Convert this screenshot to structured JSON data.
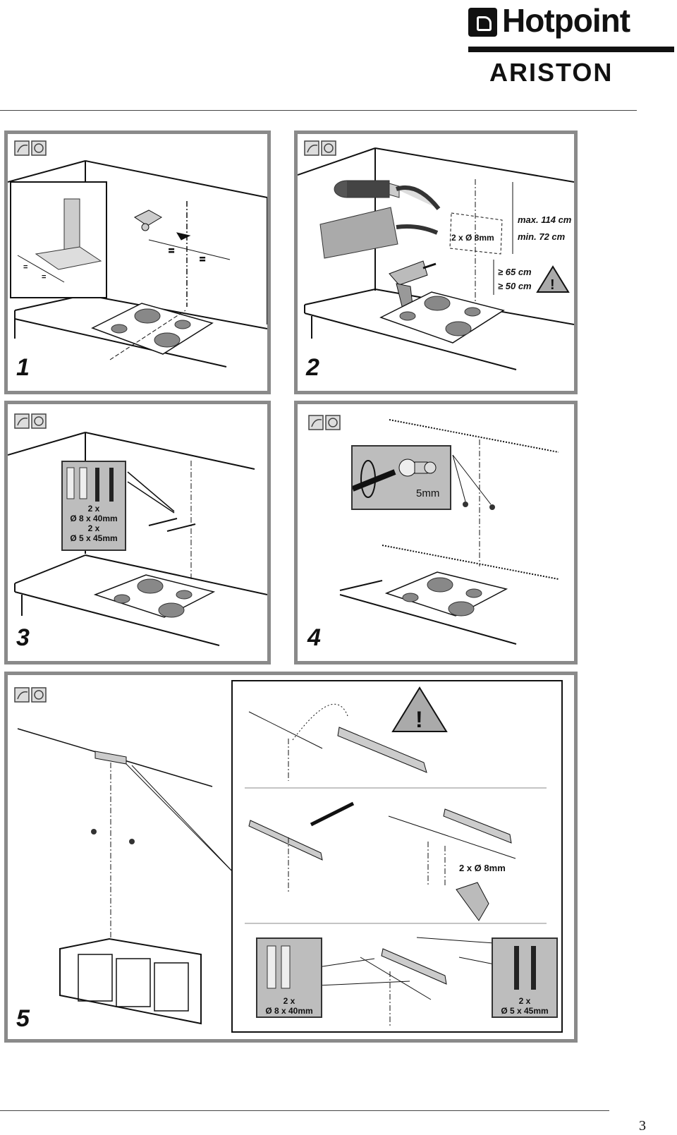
{
  "brand": {
    "name": "Hotpoint",
    "sub": "ARISTON"
  },
  "page_number": "3",
  "steps": [
    {
      "number": "1"
    },
    {
      "number": "2",
      "max_height": "max. 114 cm",
      "min_height": "min. 72 cm",
      "holes": "2 x Ø 8mm",
      "gas_clearance": "≥ 65 cm",
      "electric_clearance": "≥ 50 cm"
    },
    {
      "number": "3",
      "plugs_qty": "2 x",
      "plugs_size": "Ø 8 x 40mm",
      "screws_qty": "2 x",
      "screws_size": "Ø 5 x 45mm"
    },
    {
      "number": "4",
      "gap": "5mm"
    },
    {
      "number": "5",
      "holes": "2 x Ø 8mm",
      "plugs_qty": "2 x",
      "plugs_size": "Ø 8 x 40mm",
      "screws_qty": "2 x",
      "screws_size": "Ø 5 x 45mm"
    }
  ]
}
